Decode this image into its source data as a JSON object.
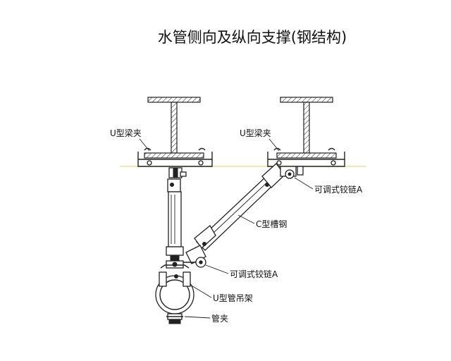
{
  "title": "水管侧向及纵向支撑(钢结构)",
  "labels": {
    "u_beam_clamp_left": "U型梁夹",
    "u_beam_clamp_right": "U型梁夹",
    "adjustable_hinge_top": "可调式铰链A",
    "c_channel": "C型槽钢",
    "adjustable_hinge_bottom": "可调式铰链A",
    "u_pipe_hanger": "U型管吊架",
    "pipe_clamp": "管夹"
  },
  "colors": {
    "line": "#222222",
    "beam_flange_line": "#e8e29a"
  }
}
